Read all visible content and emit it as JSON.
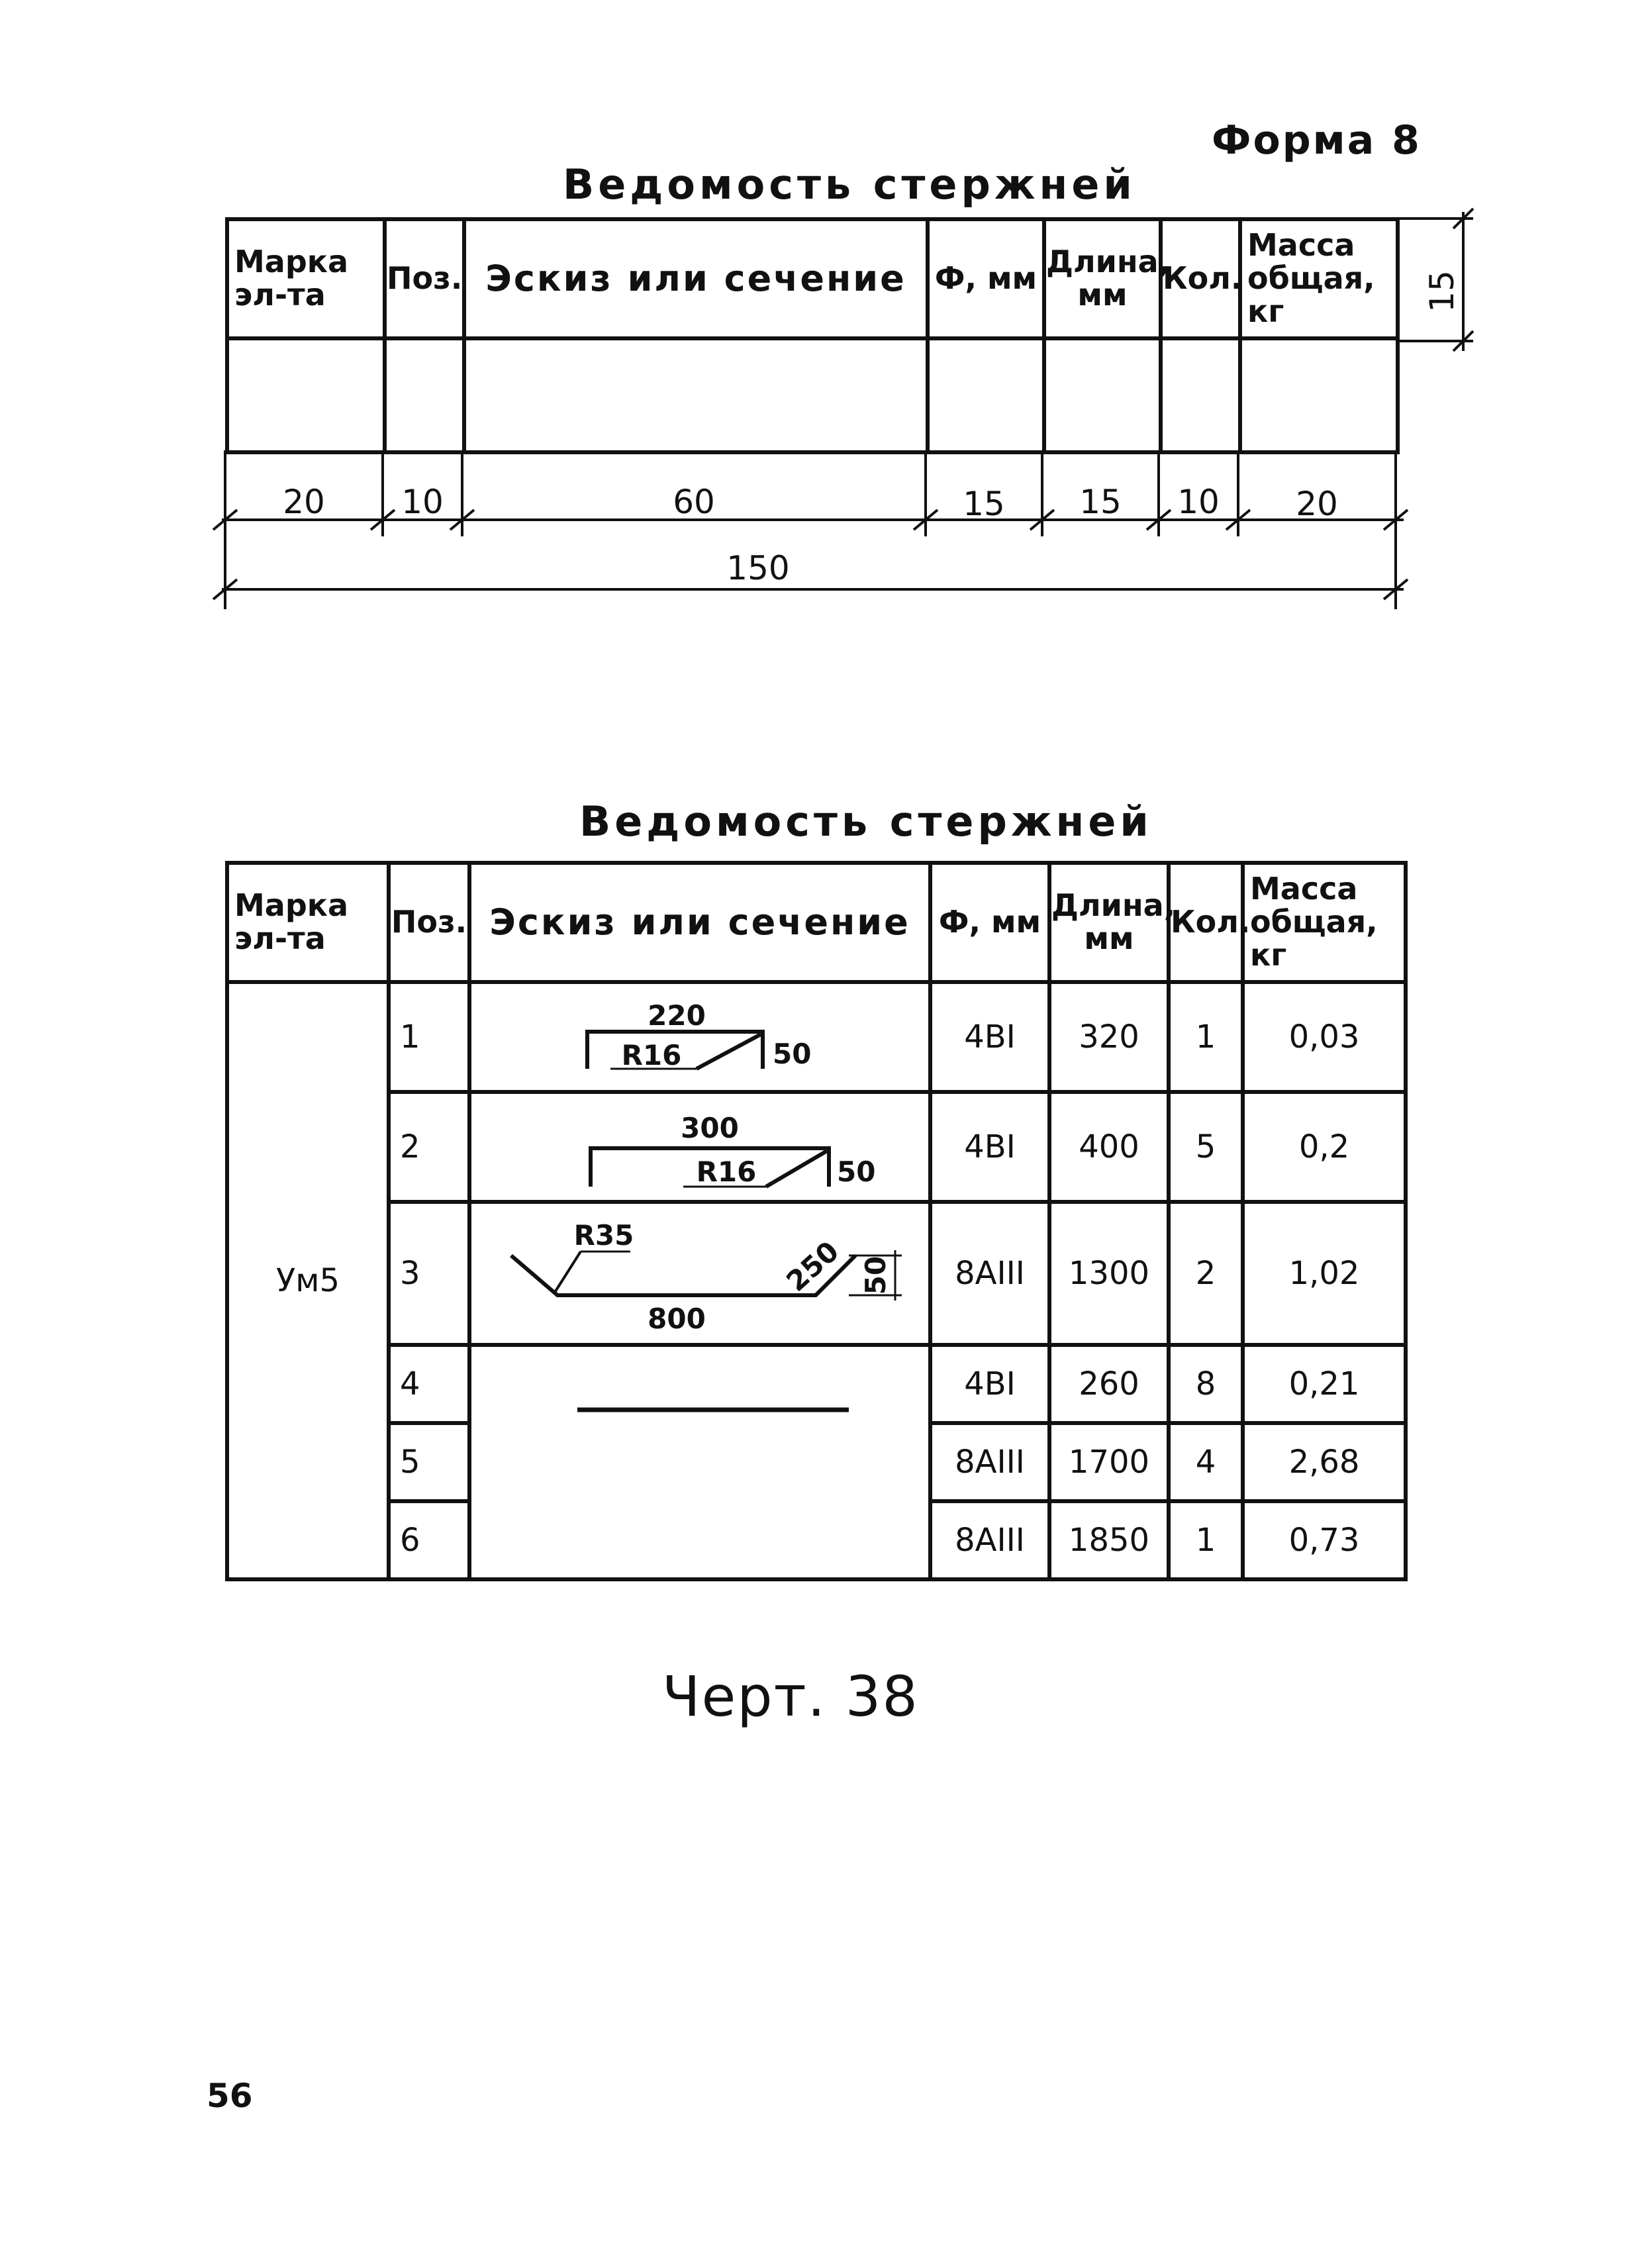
{
  "form_label": "Форма 8",
  "title": "Ведомость стержней",
  "headers": {
    "mark": "Марка эл-та",
    "pos": "Поз.",
    "sketch": "Эскиз или сечение",
    "dia": "Ф, мм",
    "length": "Длина, мм",
    "qty": "Кол.",
    "mass": "Масса общая, кг"
  },
  "form_dims": {
    "columns": [
      "20",
      "10",
      "60",
      "15",
      "15",
      "10",
      "20"
    ],
    "total": "150",
    "header_height": "15"
  },
  "filled_table": {
    "mark": "Ум5",
    "rows": [
      {
        "pos": "1",
        "dia": "4BI",
        "length": "320",
        "qty": "1",
        "mass": "0,03"
      },
      {
        "pos": "2",
        "dia": "4BI",
        "length": "400",
        "qty": "5",
        "mass": "0,2"
      },
      {
        "pos": "3",
        "dia": "8AIII",
        "length": "1300",
        "qty": "2",
        "mass": "1,02"
      },
      {
        "pos": "4",
        "dia": "4BI",
        "length": "260",
        "qty": "8",
        "mass": "0,21"
      },
      {
        "pos": "5",
        "dia": "8AIII",
        "length": "1700",
        "qty": "4",
        "mass": "2,68"
      },
      {
        "pos": "6",
        "dia": "8AIII",
        "length": "1850",
        "qty": "1",
        "mass": "0,73"
      }
    ],
    "sketches": {
      "s1": {
        "top": "220",
        "radius": "R16",
        "side": "50"
      },
      "s2": {
        "top": "300",
        "radius": "R16",
        "side": "50"
      },
      "s3": {
        "radius": "R35",
        "bottom": "800",
        "slope": "250",
        "side": "50"
      }
    }
  },
  "caption": "Черт. 38",
  "page_number": "56"
}
